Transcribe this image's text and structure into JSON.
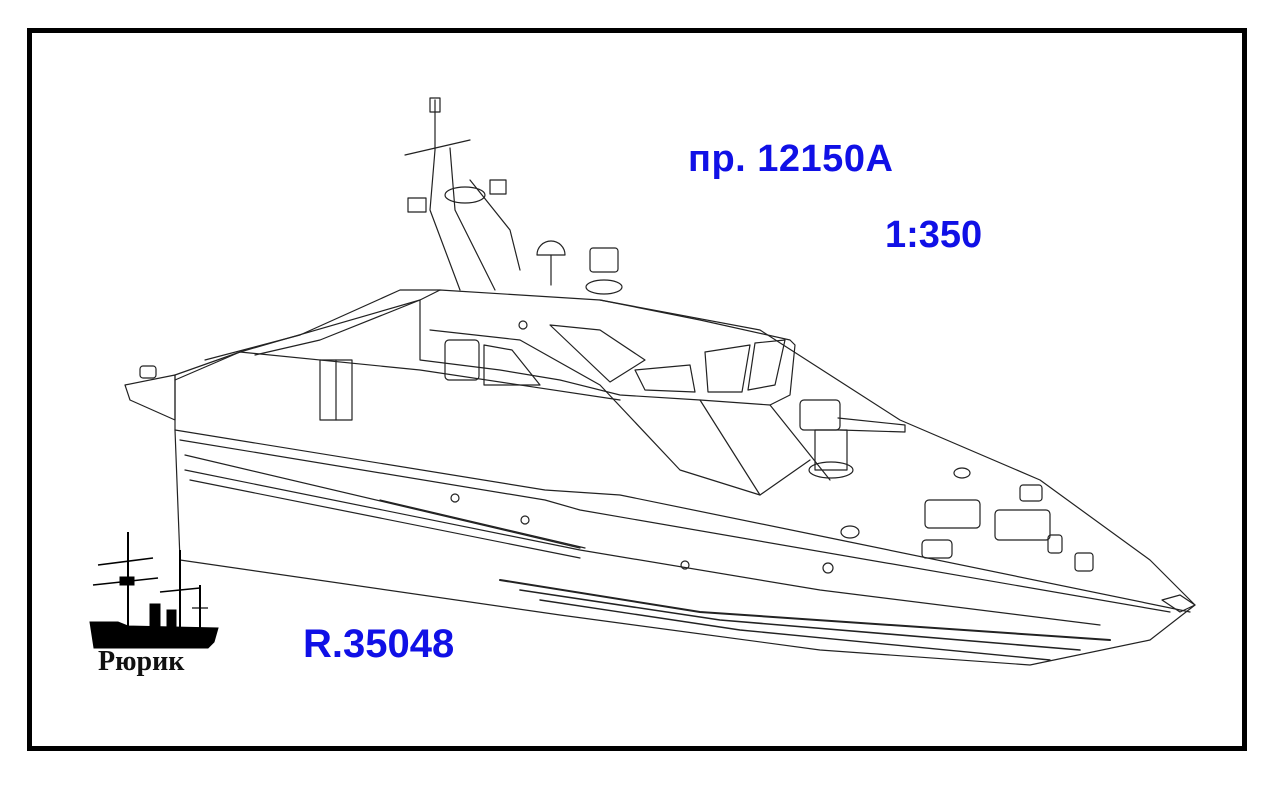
{
  "drawing": {
    "project_label": "пр. 12150А",
    "scale_label": "1:350",
    "catalog_number": "R.35048",
    "subject": "boat-line-drawing"
  },
  "logo": {
    "brand_name": "Рюрик",
    "icon": "cruiser-silhouette-icon"
  },
  "colors": {
    "text_accent": "#1010e6",
    "frame": "#000000",
    "line_art": "#222222",
    "background": "#ffffff"
  }
}
